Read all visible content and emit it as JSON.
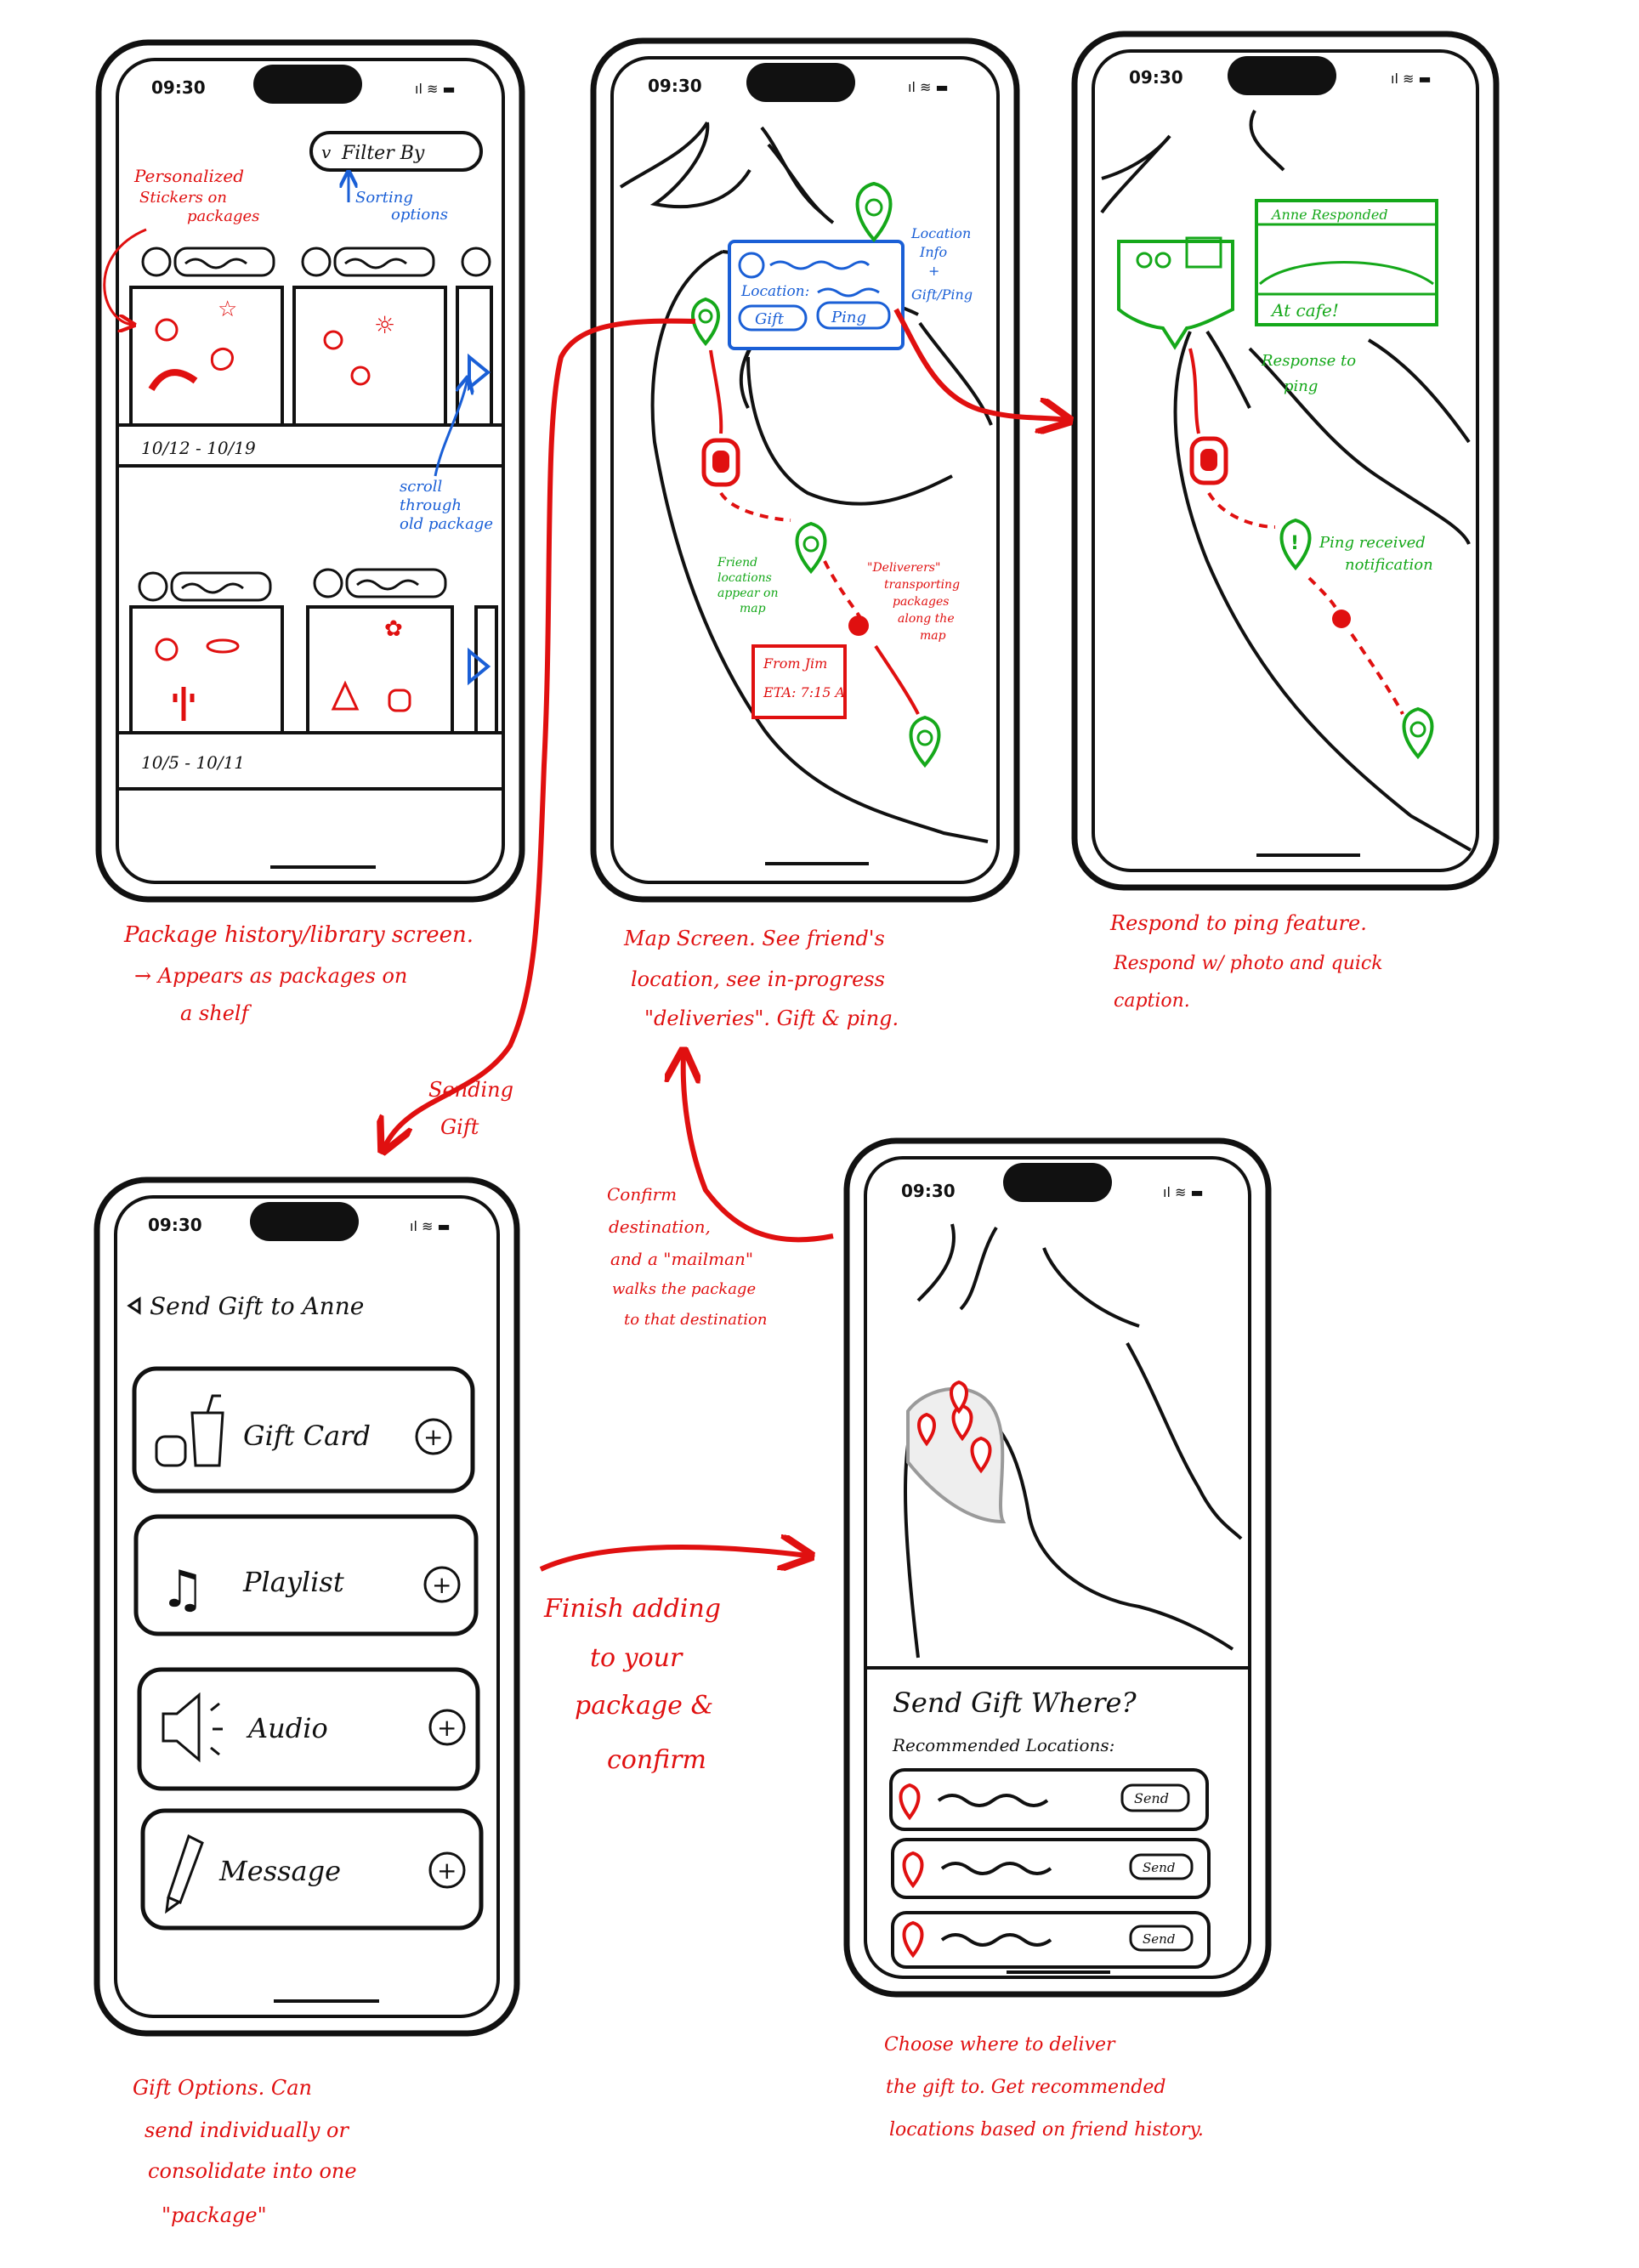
{
  "colors": {
    "ink": "#111111",
    "annotation_red": "#e01010",
    "annotation_blue": "#1a5fd6",
    "annotation_green": "#15a81a"
  },
  "status_time": "09:30",
  "screens": {
    "library": {
      "filter_label": "Filter By",
      "rows": [
        {
          "dates": "10/12 - 10/19"
        },
        {
          "dates": "10/5 - 10/11"
        }
      ],
      "notes": {
        "stickers": [
          "Personalized",
          "Stickers on",
          "packages"
        ],
        "sorting": [
          "Sorting",
          "options"
        ],
        "scroll": [
          "scroll",
          "through",
          "old package"
        ]
      },
      "caption": [
        "Package history/library screen.",
        "→ Appears as packages on",
        "a shelf"
      ]
    },
    "map": {
      "popup_location_label": "Location:",
      "popup_gift_button": "Gift",
      "popup_ping_button": "Ping",
      "from_card": [
        "From Jim",
        "ETA: 7:15 A"
      ],
      "notes": {
        "location_info": [
          "Location",
          "Info",
          "+",
          "Gift/Ping"
        ],
        "friend_locations": [
          "Friend",
          "locations",
          "appear on",
          "map"
        ],
        "deliverers": [
          "\"Deliverers\"",
          "transporting",
          "packages",
          "along the",
          "map"
        ]
      },
      "caption": [
        "Map Screen. See friend's",
        "location, see in-progress",
        "\"deliveries\". Gift & ping."
      ]
    },
    "respond": {
      "card_title": "Anne Responded",
      "card_caption": "At cafe!",
      "notes": {
        "response": [
          "Response to",
          "ping"
        ],
        "ping_received": [
          "Ping received",
          "notification"
        ]
      },
      "caption": [
        "Respond to ping feature.",
        "Respond w/ photo and quick",
        "caption."
      ]
    },
    "gift_options": {
      "title": "Send Gift to Anne",
      "options": [
        {
          "label": "Gift Card",
          "icon": "food-drink-icon"
        },
        {
          "label": "Playlist",
          "icon": "music-note-icon"
        },
        {
          "label": "Audio",
          "icon": "speaker-icon"
        },
        {
          "label": "Message",
          "icon": "pencil-icon"
        }
      ],
      "caption": [
        "Gift Options. Can",
        "send individually or",
        "consolidate into one",
        "\"package\""
      ]
    },
    "destination": {
      "title": "Send Gift Where?",
      "subtitle": "Recommended Locations:",
      "send_label": "Send",
      "caption": [
        "Choose where to deliver",
        "the gift to. Get recommended",
        "locations based on friend history."
      ]
    }
  },
  "flow_labels": {
    "sending_gift": [
      "Sending",
      "Gift"
    ],
    "confirm": [
      "Confirm",
      "destination,",
      "and a \"mailman\"",
      "walks the package",
      "to that destination"
    ],
    "finish": [
      "Finish adding",
      "to your",
      "package &",
      "confirm"
    ]
  }
}
